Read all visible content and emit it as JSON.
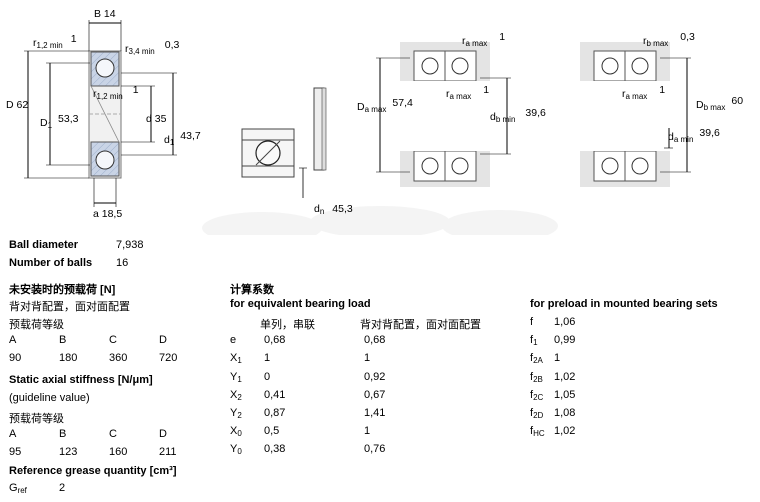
{
  "drawings": {
    "d1": {
      "B": "B 14",
      "r12a": "r",
      "r12a_sub": "1,2 min",
      "r12a_val": "1",
      "r34": "r",
      "r34_sub": "3,4 min",
      "r34_val": "0,3",
      "D": "D 62",
      "D1": "D",
      "D1_sub": "1",
      "D1_val": "53,3",
      "r12b": "r",
      "r12b_sub": "1,2 min",
      "r12b_val": "1",
      "d": "d 35",
      "d1": "d",
      "d1_sub": "1",
      "d1_val": "43,7",
      "a": "a 18,5"
    },
    "d2": {
      "dn": "d",
      "dn_sub": "n",
      "dn_val": "45,3"
    },
    "d3": {
      "ra1": "r",
      "ra1_sub": "a max",
      "ra1_val": "1",
      "ra2": "r",
      "ra2_sub": "a max",
      "ra2_val": "1",
      "Da": "D",
      "Da_sub": "a max",
      "Da_val": "57,4",
      "db": "d",
      "db_sub": "b min",
      "db_val": "39,6"
    },
    "d4": {
      "rb": "r",
      "rb_sub": "b max",
      "rb_val": "0,3",
      "ra": "r",
      "ra_sub": "a max",
      "ra_val": "1",
      "Db": "D",
      "Db_sub": "b max",
      "Db_val": "60",
      "da": "d",
      "da_sub": "a min",
      "da_val": "39,6"
    }
  },
  "left": {
    "ball_diameter_label": "Ball diameter",
    "ball_diameter_value": "7,938",
    "num_balls_label": "Number of balls",
    "num_balls_value": "16",
    "preload_title": "未安装时的预载荷 [N]",
    "preload_sub1": "背对背配置，面对面配置",
    "preload_sub2": "预载荷等级",
    "preload_classes": [
      "A",
      "B",
      "C",
      "D"
    ],
    "preload_values": [
      "90",
      "180",
      "360",
      "720"
    ],
    "stiff_title": "Static axial stiffness [N/μm]",
    "stiff_sub1": "(guideline value)",
    "stiff_sub2": "预载荷等级",
    "stiff_classes": [
      "A",
      "B",
      "C",
      "D"
    ],
    "stiff_values": [
      "95",
      "123",
      "160",
      "211"
    ],
    "grease_title": "Reference grease quantity [cm³]",
    "grease_label": "G",
    "grease_sub": "ref",
    "grease_value": "2"
  },
  "middle": {
    "title": "计算系数",
    "subtitle": "for equivalent bearing load",
    "col1": "单列，串联",
    "col2": "背对背配置，面对面配置",
    "rows": [
      {
        "s": "e",
        "sub": "",
        "v1": "0,68",
        "v2": "0,68"
      },
      {
        "s": "X",
        "sub": "1",
        "v1": "1",
        "v2": "1"
      },
      {
        "s": "Y",
        "sub": "1",
        "v1": "0",
        "v2": "0,92"
      },
      {
        "s": "X",
        "sub": "2",
        "v1": "0,41",
        "v2": "0,67"
      },
      {
        "s": "Y",
        "sub": "2",
        "v1": "0,87",
        "v2": "1,41"
      },
      {
        "s": "X",
        "sub": "0",
        "v1": "0,5",
        "v2": "1"
      },
      {
        "s": "Y",
        "sub": "0",
        "v1": "0,38",
        "v2": "0,76"
      }
    ]
  },
  "right": {
    "title": "for preload in mounted bearing sets",
    "rows": [
      {
        "s": "f",
        "sub": "",
        "v": "1,06"
      },
      {
        "s": "f",
        "sub": "1",
        "v": "0,99"
      },
      {
        "s": "f",
        "sub": "2A",
        "v": "1"
      },
      {
        "s": "f",
        "sub": "2B",
        "v": "1,02"
      },
      {
        "s": "f",
        "sub": "2C",
        "v": "1,05"
      },
      {
        "s": "f",
        "sub": "2D",
        "v": "1,08"
      },
      {
        "s": "f",
        "sub": "HC",
        "v": "1,02"
      }
    ]
  }
}
